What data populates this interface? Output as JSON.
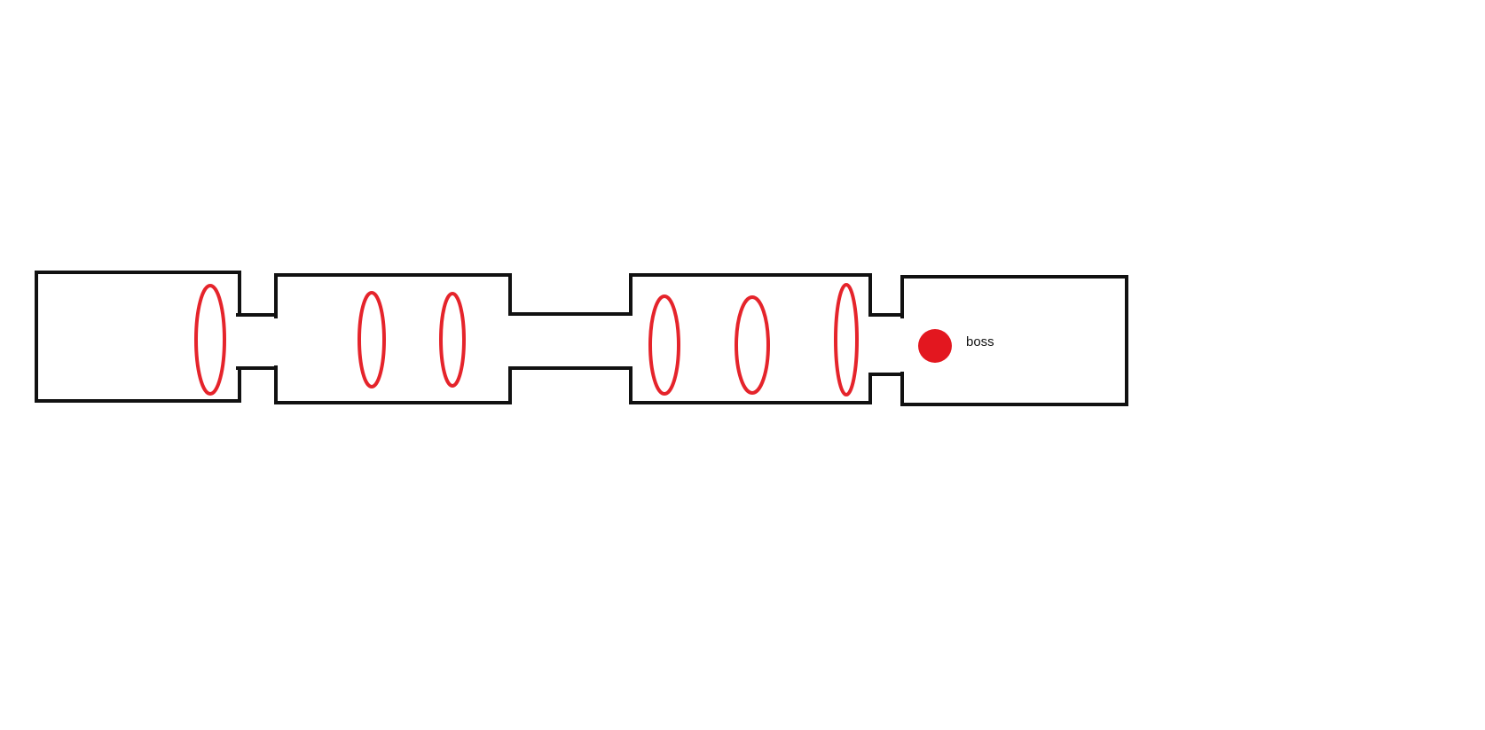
{
  "colors": {
    "background": "#ffffff",
    "wall": "#111111",
    "ring": "#e5242b",
    "boss": "#e3171f",
    "label": "#111111"
  },
  "diagram": {
    "rooms": [
      "room-1",
      "room-2",
      "room-3",
      "room-4"
    ],
    "rings_per_room": [
      1,
      2,
      3,
      0
    ],
    "boss_label": "boss"
  }
}
